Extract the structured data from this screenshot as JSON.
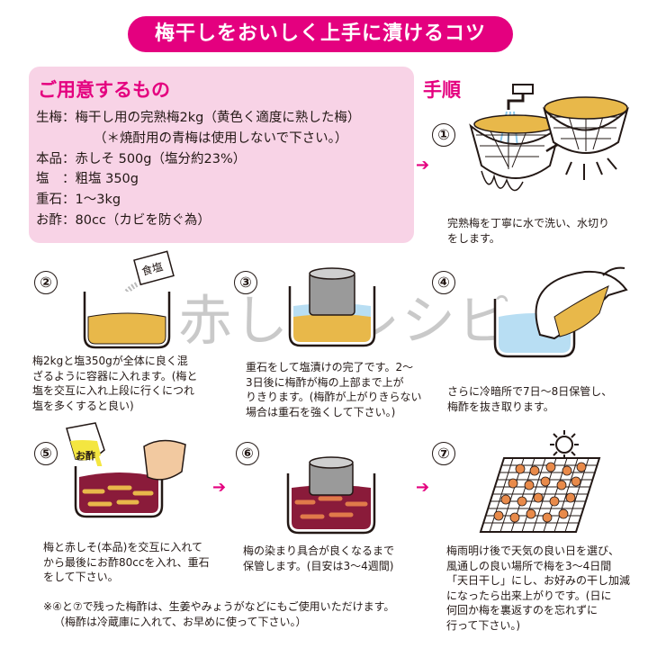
{
  "title": "梅干しをおいしく上手に漬けるコツ",
  "ingredients": {
    "heading": "ご用意するもの",
    "lines": [
      "生梅：梅干し用の完熟梅2kg（黄色く適度に熟した梅）",
      "（＊焼酎用の青梅は使用しないで下さい。）",
      "本品：赤しそ 500g（塩分約23%）",
      "塩　：粗塩 350g",
      "重石：1〜3kg",
      "お酢：80cc（カビを防ぐ為）"
    ]
  },
  "procedure_heading": "手順",
  "watermark": "赤しそレシピ",
  "steps": [
    {
      "num": "①",
      "caption": [
        "完熟梅を丁寧に水で洗い、水切り",
        "をします。"
      ]
    },
    {
      "num": "②",
      "label": "食塩",
      "caption": [
        "梅2kgと塩350gが全体に良く混",
        "ざるように容器に入れます。(梅と",
        "塩を交互に入れ上段に行くにつれ",
        "塩を多くすると良い)"
      ]
    },
    {
      "num": "③",
      "caption": [
        "重石をして塩漬けの完了です。2〜",
        "3日後に梅酢が梅の上部まで上が",
        "りきります。(梅酢が上がりきらない",
        "場合は重石を強くして下さい。)"
      ]
    },
    {
      "num": "④",
      "caption": [
        "さらに冷暗所で7日〜8日保管し、",
        "梅酢を抜き取ります。"
      ]
    },
    {
      "num": "⑤",
      "label": "お酢",
      "caption": [
        "梅と赤しそ(本品)を交互に入れて",
        "から最後にお酢80ccを入れ、重石",
        "をして下さい。"
      ]
    },
    {
      "num": "⑥",
      "caption": [
        "梅の染まり具合が良くなるまで",
        "保管します。(目安は3〜4週間)"
      ]
    },
    {
      "num": "⑦",
      "caption": [
        "梅雨明け後で天気の良い日を選び、",
        "風通しの良い場所で梅を3〜4日間",
        "「天日干し」にし、お好みの干し加減",
        "になったら出来上がりです。(日に",
        "何回か梅を裏返すのを忘れずに",
        "行って下さい。)"
      ]
    }
  ],
  "notes": [
    "※④と⑦で残った梅酢は、生姜やみょうがなどにもご使用いただけます。",
    "（梅酢は冷蔵庫に入れて、お早めに使って下さい。）"
  ],
  "colors": {
    "accent": "#e4007f",
    "ingredients_bg": "#f8d3e6",
    "ume": "#e8b84a",
    "shiso": "#8a1b3a",
    "water": "#b8def3"
  },
  "arrow_glyph": "➔"
}
